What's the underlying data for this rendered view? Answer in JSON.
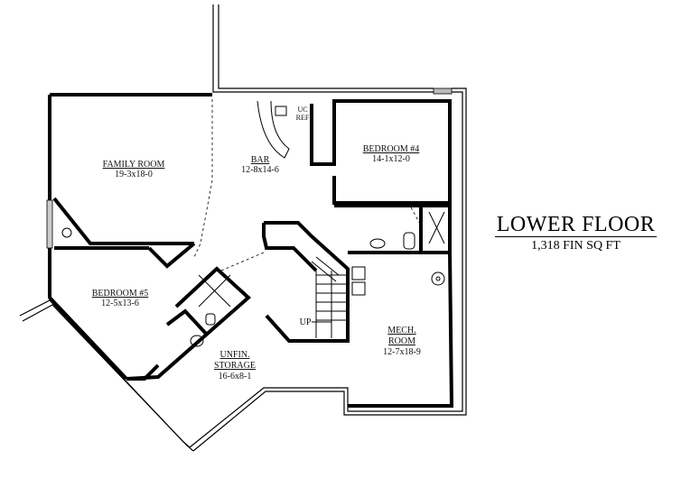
{
  "title": {
    "main": "LOWER FLOOR",
    "sub": "1,318 FIN SQ FT"
  },
  "rooms": {
    "family": {
      "name": "FAMILY ROOM",
      "size": "19-3x18-0"
    },
    "bar": {
      "name": "BAR",
      "size": "12-8x14-6"
    },
    "bed4": {
      "name": "BEDROOM #4",
      "size": "14-1x12-0"
    },
    "bed5": {
      "name": "BEDROOM #5",
      "size": "12-5x13-6"
    },
    "storage": {
      "name1": "UNFIN.",
      "name2": "STORAGE",
      "size": "16-6x8-1"
    },
    "mech": {
      "name1": "MECH.",
      "name2": "ROOM",
      "size": "12-7x18-9"
    }
  },
  "annotations": {
    "up": "UP",
    "uc": "UC",
    "ref": "REF"
  }
}
